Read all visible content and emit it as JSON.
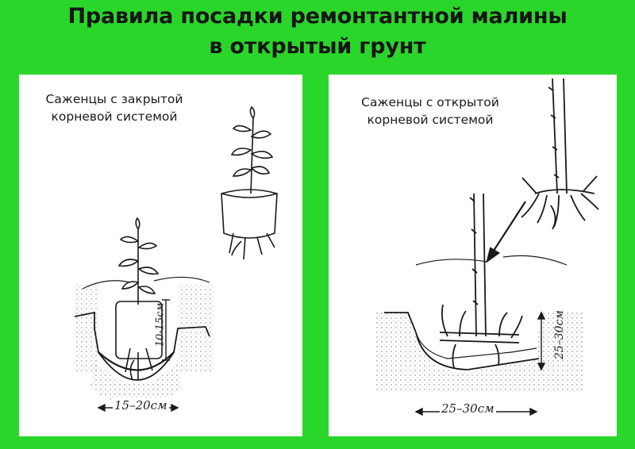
{
  "title": {
    "line1": "Правила посадки ремонтантной малины",
    "line2": "в открытый грунт"
  },
  "panels": [
    {
      "caption_line1": "Саженцы с закрытой",
      "caption_line2": "корневой системой",
      "width_label": "15–20см",
      "depth_label": "10-15см"
    },
    {
      "caption_line1": "Саженцы с открытой",
      "caption_line2": "корневой системой",
      "width_label": "25–30см",
      "depth_label": "25–30см"
    }
  ],
  "colors": {
    "background": "#2bd62a",
    "panel": "#ffffff",
    "ink": "#1a1a1a"
  }
}
